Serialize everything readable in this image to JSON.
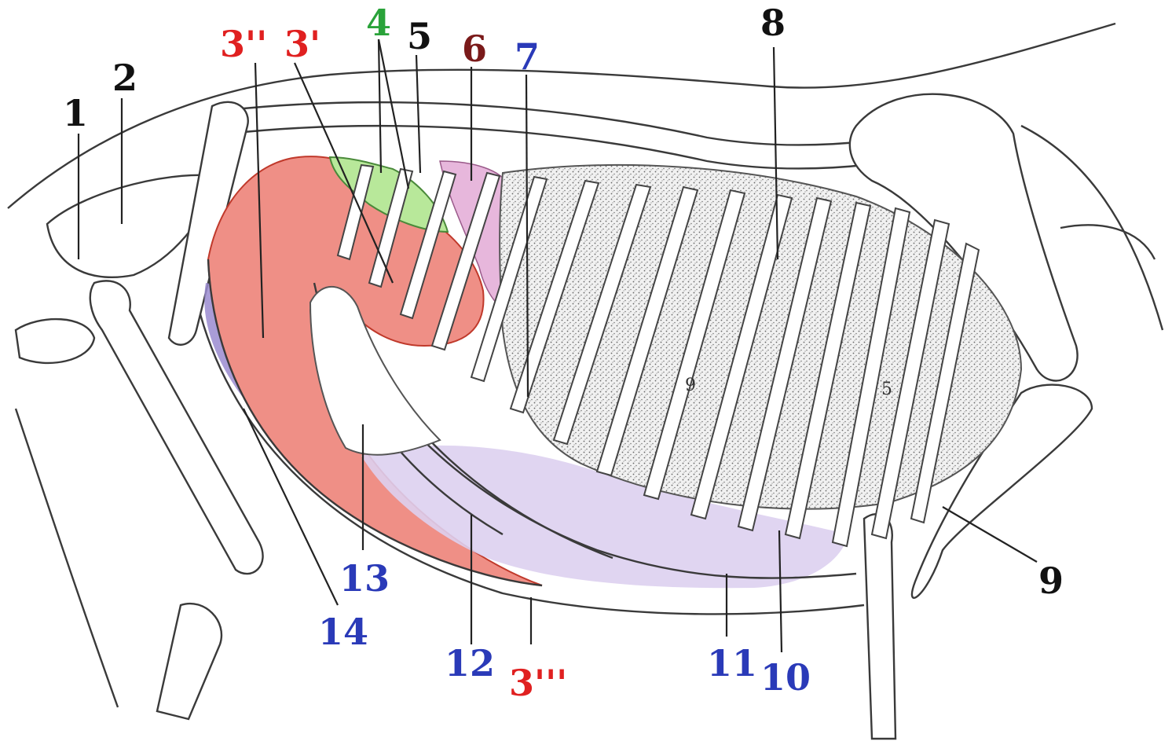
{
  "labels": [
    {
      "id": "1",
      "text": "1",
      "color": "#111111"
    },
    {
      "id": "2",
      "text": "2",
      "color": "#111111"
    },
    {
      "id": "3pp",
      "text": "3''",
      "color": "#e02020"
    },
    {
      "id": "3p",
      "text": "3'",
      "color": "#e02020"
    },
    {
      "id": "4",
      "text": "4",
      "color": "#2aa33a"
    },
    {
      "id": "5",
      "text": "5",
      "color": "#111111"
    },
    {
      "id": "6",
      "text": "6",
      "color": "#7a1a1a"
    },
    {
      "id": "7",
      "text": "7",
      "color": "#2a3ab8"
    },
    {
      "id": "8",
      "text": "8",
      "color": "#111111"
    },
    {
      "id": "9",
      "text": "9",
      "color": "#111111"
    },
    {
      "id": "10",
      "text": "10",
      "color": "#2a3ab8"
    },
    {
      "id": "11",
      "text": "11",
      "color": "#2a3ab8"
    },
    {
      "id": "3ppp",
      "text": "3'''",
      "color": "#e02020"
    },
    {
      "id": "12",
      "text": "12",
      "color": "#2a3ab8"
    },
    {
      "id": "13",
      "text": "13",
      "color": "#2a3ab8"
    },
    {
      "id": "14",
      "text": "14",
      "color": "#2a3ab8"
    }
  ],
  "rib_marks": {
    "left": "9",
    "right": "5"
  },
  "region_colors": {
    "diaphragm_red": "#ef8f86",
    "diaphragm_dark": "#d84a3c",
    "green_region": "#b8e89a",
    "pink_region": "#e7b7dc",
    "lavender_region": "#ddd0f0",
    "purple_edge": "#9a8bd0",
    "lung_stipple": "#cfcfcf"
  }
}
